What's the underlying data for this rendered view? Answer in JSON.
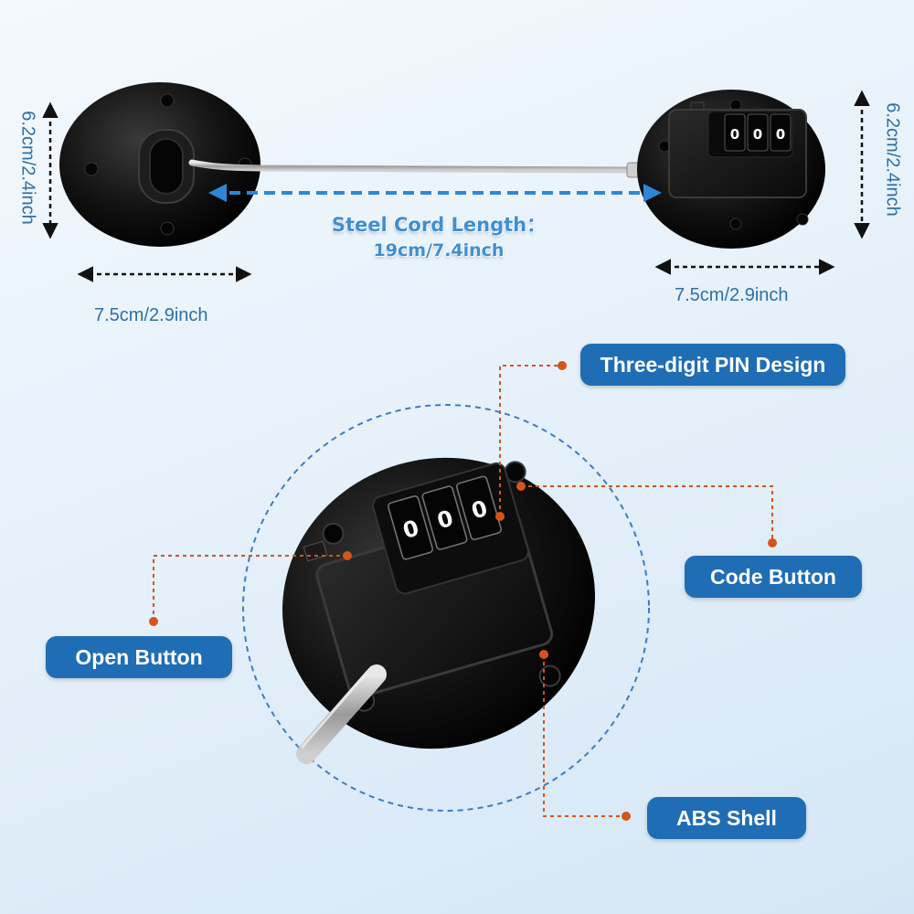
{
  "dimensions": {
    "left_height": "6.2cm/2.4inch",
    "right_height": "6.2cm/2.4inch",
    "left_width": "7.5cm/2.9inch",
    "right_width": "7.5cm/2.9inch"
  },
  "cord": {
    "label": "Steel Cord Length：",
    "value": "19cm/7.4inch"
  },
  "callouts": {
    "pin": "Three-digit PIN Design",
    "code": "Code Button",
    "open": "Open Button",
    "shell": "ABS Shell"
  },
  "dials": {
    "top_lock": [
      "0",
      "0",
      "0"
    ],
    "detail": [
      "0",
      "0",
      "0"
    ]
  },
  "colors": {
    "callout_bg": "#1f6db5",
    "callout_text": "#ffffff",
    "leader_line": "#d4551a",
    "dimension_text": "#2e6fa8",
    "cord_arrow": "#2f86d6",
    "lock_body": "#111111"
  }
}
